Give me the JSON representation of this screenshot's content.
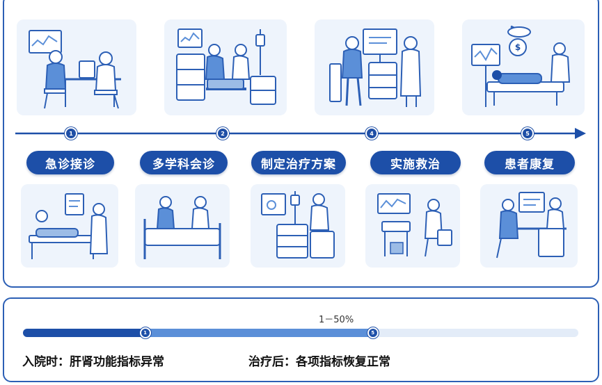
{
  "steps": [
    {
      "number": "1",
      "label": "急诊接诊"
    },
    {
      "number": "2",
      "label": "多学科会诊"
    },
    {
      "number": "",
      "label": "制定治疗方案"
    },
    {
      "number": "4",
      "label": "实施救治"
    },
    {
      "number": "5",
      "label": "患者康复"
    }
  ],
  "progress": {
    "range_label": "1－50%",
    "marker_a": "1",
    "marker_b": "5",
    "fill_a_fraction": 0.22,
    "fill_b_fraction": 0.63
  },
  "status": {
    "before": "入院时：肝肾功能指标异常",
    "after": "治疗后：各项指标恢复正常"
  },
  "colors": {
    "primary": "#1d4fa8",
    "accent": "#5b8fd8",
    "card_bg": "#eef4fc",
    "line": "#2c5fb5"
  },
  "illustrations": {
    "top": [
      "doctor-consult-monitor",
      "surgeon-bedside-iv",
      "doctor-patient-desk",
      "patient-bed-surgical-light"
    ],
    "bottom": [
      "doctor-bedside-chart",
      "two-doctors-bedside",
      "nurse-iv-cabinet",
      "nurse-monitor-station",
      "doctor-patient-desk-monitor"
    ]
  }
}
